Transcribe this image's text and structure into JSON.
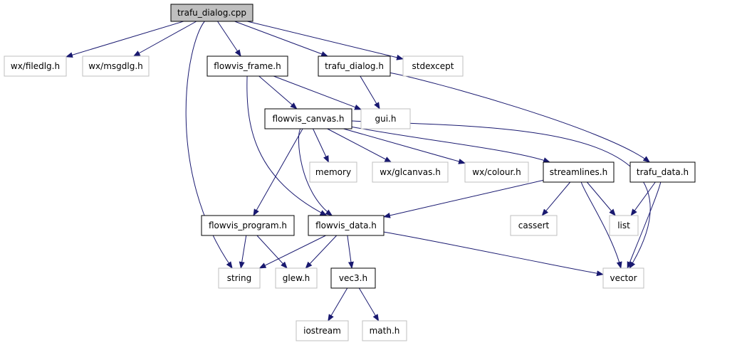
{
  "nodes": [
    {
      "id": "trafu_dialog_cpp",
      "label": "trafu_dialog.cpp",
      "style": "root"
    },
    {
      "id": "wx_filedlg",
      "label": "wx/filedlg.h",
      "style": "external"
    },
    {
      "id": "wx_msgdlg",
      "label": "wx/msgdlg.h",
      "style": "external"
    },
    {
      "id": "flowvis_frame",
      "label": "flowvis_frame.h",
      "style": "local"
    },
    {
      "id": "trafu_dialog_h",
      "label": "trafu_dialog.h",
      "style": "local"
    },
    {
      "id": "stdexcept",
      "label": "stdexcept",
      "style": "external"
    },
    {
      "id": "gui_h",
      "label": "gui.h",
      "style": "external"
    },
    {
      "id": "flowvis_canvas",
      "label": "flowvis_canvas.h",
      "style": "local"
    },
    {
      "id": "memory",
      "label": "memory",
      "style": "external"
    },
    {
      "id": "wx_glcanvas",
      "label": "wx/glcanvas.h",
      "style": "external"
    },
    {
      "id": "wx_colour",
      "label": "wx/colour.h",
      "style": "external"
    },
    {
      "id": "streamlines",
      "label": "streamlines.h",
      "style": "local"
    },
    {
      "id": "trafu_data",
      "label": "trafu_data.h",
      "style": "local"
    },
    {
      "id": "flowvis_program",
      "label": "flowvis_program.h",
      "style": "local"
    },
    {
      "id": "flowvis_data",
      "label": "flowvis_data.h",
      "style": "local"
    },
    {
      "id": "cassert",
      "label": "cassert",
      "style": "external"
    },
    {
      "id": "list",
      "label": "list",
      "style": "external"
    },
    {
      "id": "string",
      "label": "string",
      "style": "external"
    },
    {
      "id": "glew_h",
      "label": "glew.h",
      "style": "external"
    },
    {
      "id": "vec3_h",
      "label": "vec3.h",
      "style": "local"
    },
    {
      "id": "vector",
      "label": "vector",
      "style": "external"
    },
    {
      "id": "iostream",
      "label": "iostream",
      "style": "external"
    },
    {
      "id": "math_h",
      "label": "math.h",
      "style": "external"
    }
  ],
  "edges": [
    [
      "trafu_dialog_cpp",
      "wx_filedlg"
    ],
    [
      "trafu_dialog_cpp",
      "wx_msgdlg"
    ],
    [
      "trafu_dialog_cpp",
      "flowvis_frame"
    ],
    [
      "trafu_dialog_cpp",
      "trafu_dialog_h"
    ],
    [
      "trafu_dialog_cpp",
      "stdexcept"
    ],
    [
      "trafu_dialog_cpp",
      "string"
    ],
    [
      "flowvis_frame",
      "flowvis_canvas"
    ],
    [
      "flowvis_frame",
      "gui_h"
    ],
    [
      "flowvis_frame",
      "flowvis_data"
    ],
    [
      "trafu_dialog_h",
      "gui_h"
    ],
    [
      "trafu_dialog_h",
      "trafu_data"
    ],
    [
      "flowvis_canvas",
      "memory"
    ],
    [
      "flowvis_canvas",
      "wx_glcanvas"
    ],
    [
      "flowvis_canvas",
      "wx_colour"
    ],
    [
      "flowvis_canvas",
      "streamlines"
    ],
    [
      "flowvis_canvas",
      "flowvis_program"
    ],
    [
      "flowvis_canvas",
      "flowvis_data"
    ],
    [
      "flowvis_canvas",
      "vector"
    ],
    [
      "streamlines",
      "flowvis_data"
    ],
    [
      "streamlines",
      "cassert"
    ],
    [
      "streamlines",
      "list"
    ],
    [
      "streamlines",
      "vector"
    ],
    [
      "trafu_data",
      "list"
    ],
    [
      "trafu_data",
      "vector"
    ],
    [
      "flowvis_program",
      "string"
    ],
    [
      "flowvis_program",
      "glew_h"
    ],
    [
      "flowvis_data",
      "string"
    ],
    [
      "flowvis_data",
      "glew_h"
    ],
    [
      "flowvis_data",
      "vec3_h"
    ],
    [
      "flowvis_data",
      "vector"
    ],
    [
      "vec3_h",
      "iostream"
    ],
    [
      "vec3_h",
      "math_h"
    ]
  ],
  "colors": {
    "root_fill": "#bfbfbf",
    "local_stroke": "#000000",
    "external_stroke": "#bfbfbf",
    "edge": "#191970",
    "text": "#000000"
  }
}
